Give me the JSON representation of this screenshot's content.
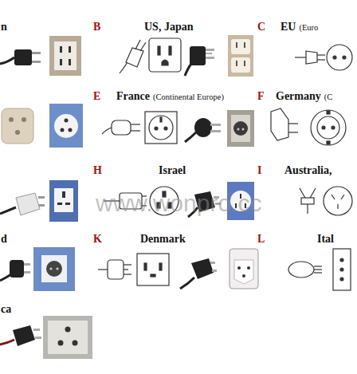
{
  "diagram": {
    "labels": [
      "n",
      "B",
      "US, Japan",
      "C",
      "EU",
      "(Euro",
      "E",
      "France",
      "(Continental Europe)",
      "F",
      "Germany",
      "(C",
      "H",
      "Israel",
      "I",
      "Australia,",
      "www.wonpro.cc",
      "d",
      "K",
      "Denmark",
      "L",
      "Ital",
      "ca"
    ]
  }
}
